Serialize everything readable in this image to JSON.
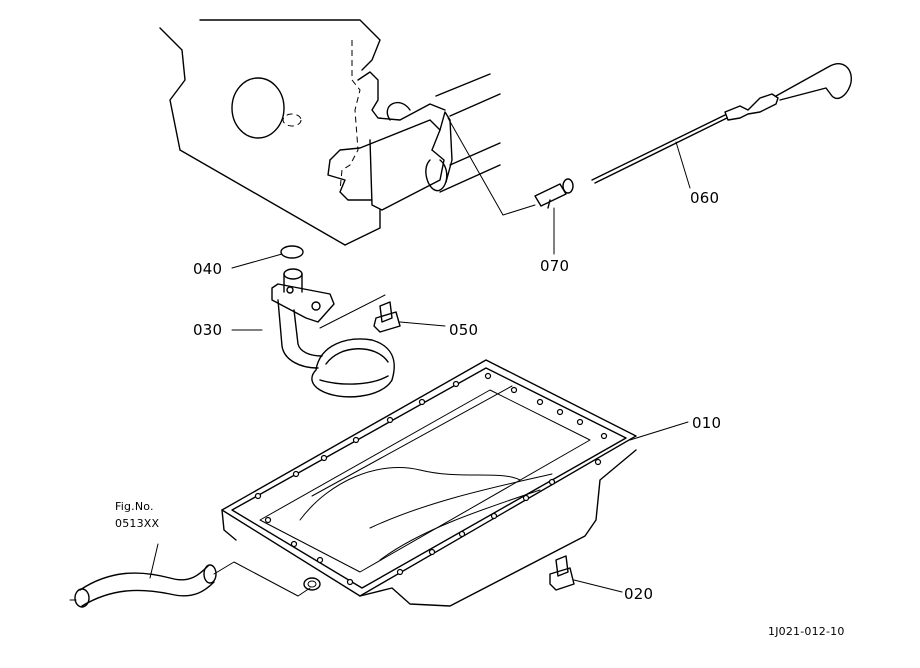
{
  "parts": [
    {
      "id": "p010",
      "number": "010"
    },
    {
      "id": "p020",
      "number": "020"
    },
    {
      "id": "p030",
      "number": "030"
    },
    {
      "id": "p040",
      "number": "040"
    },
    {
      "id": "p050",
      "number": "050"
    },
    {
      "id": "p060",
      "number": "060"
    },
    {
      "id": "p070",
      "number": "070"
    }
  ],
  "figure_reference": {
    "line1": "Fig.No.",
    "line2": "0513XX"
  },
  "drawing_code": "1J021-012-10"
}
